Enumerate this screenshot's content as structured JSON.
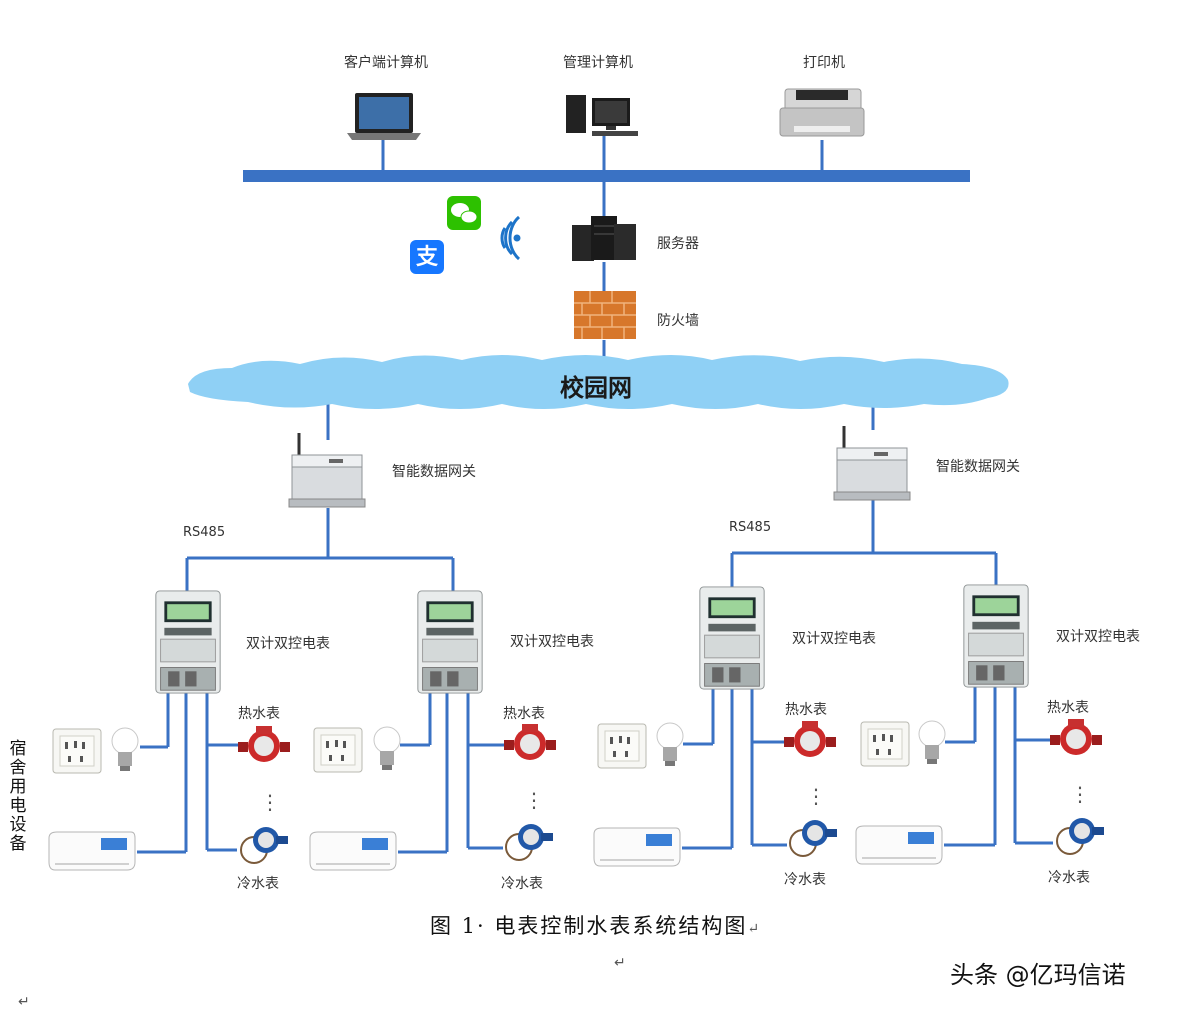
{
  "top": {
    "client_pc": "客户端计算机",
    "admin_pc": "管理计算机",
    "printer": "打印机",
    "server": "服务器",
    "firewall": "防火墙",
    "campus_net": "校园网"
  },
  "gateway_label": "智能数据网关",
  "bus_label": "RS485",
  "meter_label": "双计双控电表",
  "hot_water": "热水表",
  "cold_water": "冷水表",
  "ellipsis": "⋮",
  "dorm_devices": "宿舍用电设备",
  "caption": "图 1· 电表控制水表系统结构图",
  "return_mark": "↵",
  "watermark": "头条 @亿玛信诺",
  "icons": {
    "wechat": "wechat-pay-icon",
    "alipay": "alipay-icon",
    "wifi": "wireless-signal-icon"
  },
  "colors": {
    "line": "#3a72c4",
    "cloud": "#8fd0f5",
    "wechat": "#2dc100",
    "alipay": "#1677ff",
    "firewall": "#d7772b"
  }
}
